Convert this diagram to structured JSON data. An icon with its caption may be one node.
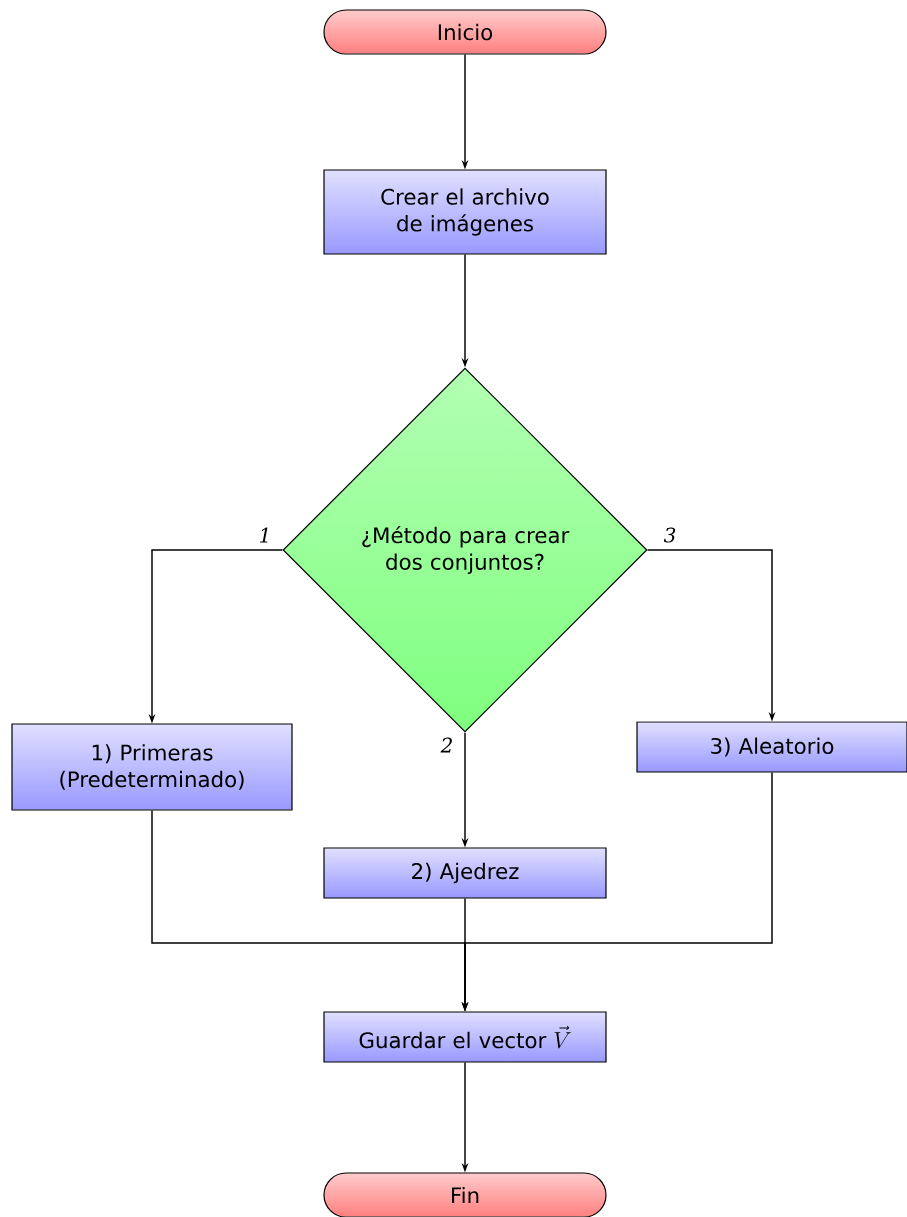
{
  "diagram": {
    "nodes": [
      {
        "text": [
          "Inicio"
        ]
      },
      {
        "text": [
          "Crear el archivo de imágenes"
        ]
      },
      {
        "text": [
          "¿Método para crear dos conjuntos?"
        ]
      },
      {
        "text": [
          "1) Primeras (Predeterminado)"
        ]
      },
      {
        "text": [
          "2) Ajedrez"
        ]
      },
      {
        "text": [
          "3) Aleatorio"
        ]
      },
      {
        "text": [
          "Guardar el vector",
          "\\vec{V}"
        ]
      },
      {
        "text": [
          "Fin"
        ]
      }
    ],
    "edges": [
      {
        "from": 0,
        "to": 1,
        "arrow": "to"
      },
      {
        "from": 1,
        "to": 2,
        "arrow": "to"
      },
      {
        "from": 2,
        "to": 3,
        "arrow": "to",
        "label": "1"
      },
      {
        "from": 2,
        "to": 4,
        "arrow": "to",
        "label": "2"
      },
      {
        "from": 2,
        "to": 5,
        "arrow": "to",
        "label": "3"
      },
      {
        "from": 3,
        "to": 6,
        "arrow": "to"
      },
      {
        "from": 4,
        "to": 6,
        "arrow": "to"
      },
      {
        "from": 5,
        "to": 6,
        "arrow": "to"
      },
      {
        "from": 6,
        "to": 7,
        "arrow": "to"
      }
    ]
  }
}
